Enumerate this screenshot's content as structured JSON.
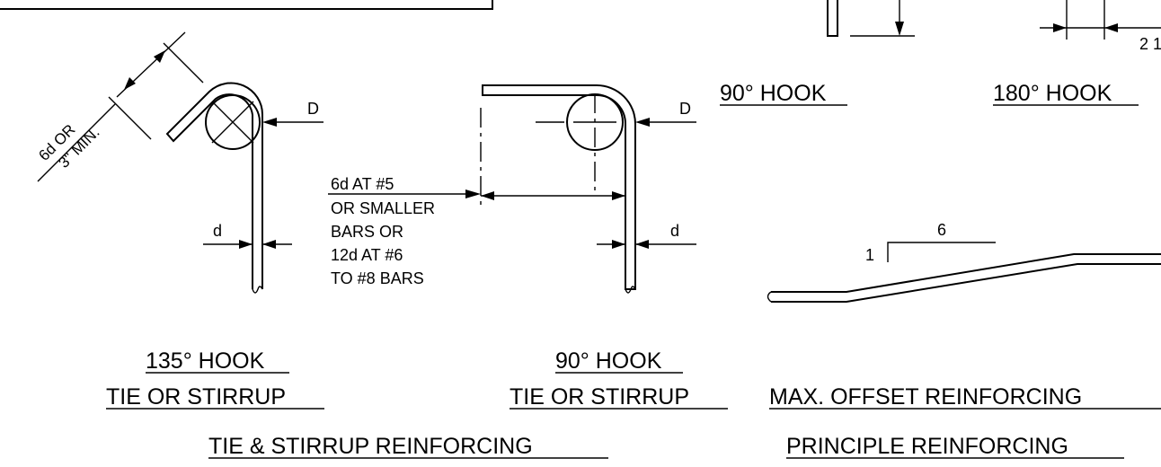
{
  "labels": {
    "hook135_caption": "135° HOOK",
    "hook135_subcaption": "TIE OR STIRRUP",
    "hook90_tie_caption": "90° HOOK",
    "hook90_tie_subcaption": "TIE OR STIRRUP",
    "tie_stirrup_section": "TIE & STIRRUP REINFORCING",
    "hook90_caption": "90° HOOK",
    "hook180_caption": "180° HOOK",
    "max_offset_caption": "MAX. OFFSET REINFORCING",
    "principle_section": "PRINCIPLE REINFORCING",
    "dim_D_left": "D",
    "dim_D_right": "D",
    "dim_d_left": "d",
    "dim_d_right": "d",
    "ext_6d_line1": "6d OR",
    "ext_6d_line2": "3\" MIN.",
    "ext_note_1": "6d AT #5",
    "ext_note_2": "OR SMALLER",
    "ext_note_3": "BARS OR",
    "ext_note_4": "12d AT #6",
    "ext_note_5": "TO #8 BARS",
    "slope_run": "6",
    "slope_rise": "1",
    "partial_dim": "2 1"
  }
}
